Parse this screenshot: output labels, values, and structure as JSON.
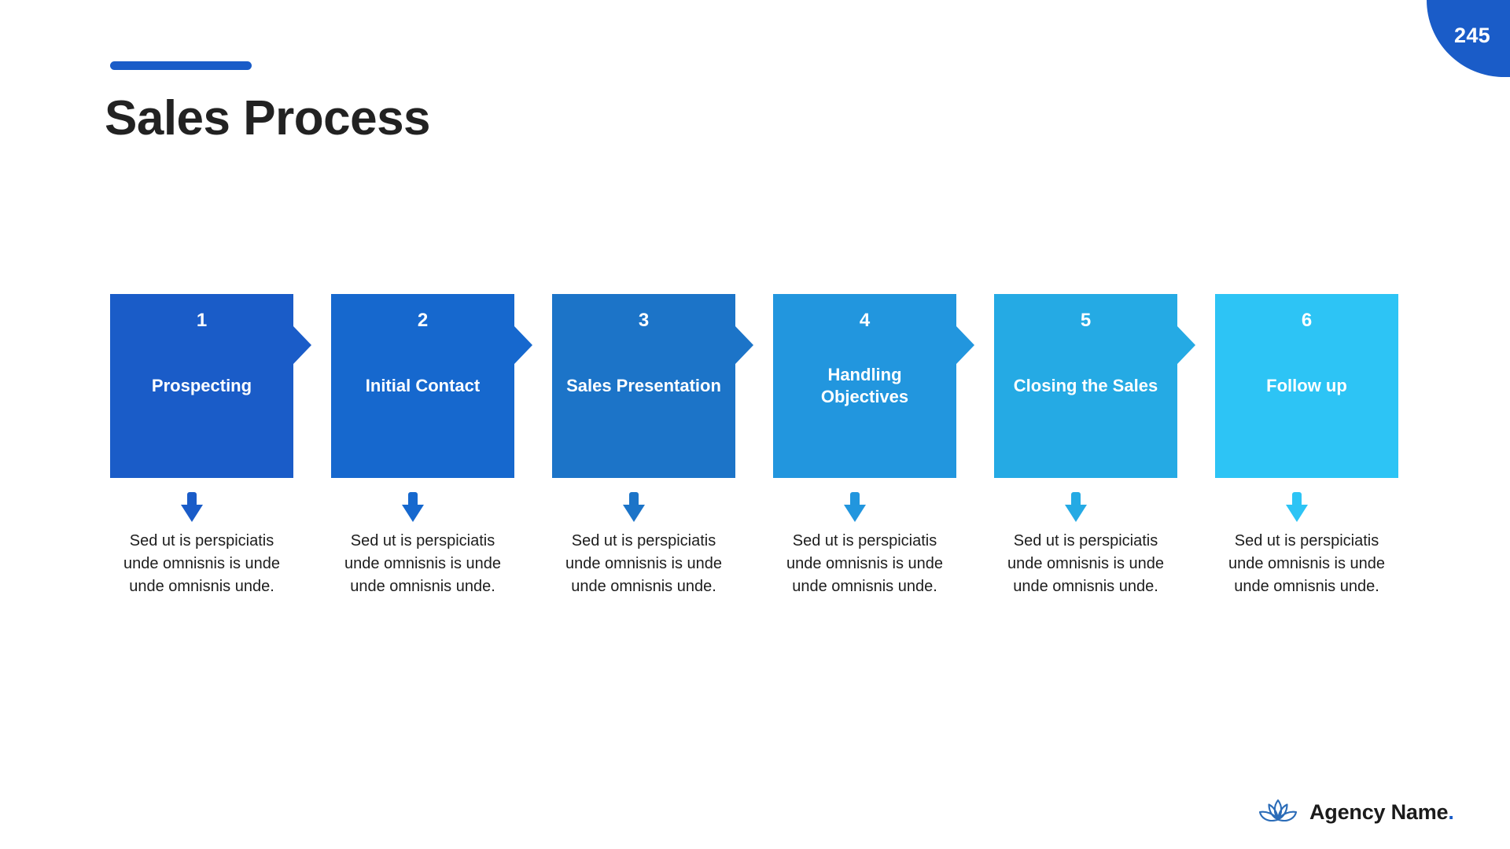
{
  "badge": {
    "page_number": "245"
  },
  "header": {
    "title": "Sales Process",
    "accent_color": "#1A5CC8"
  },
  "process": {
    "steps": [
      {
        "number": "1",
        "label": "Prospecting",
        "description": "Sed ut is perspiciatis unde omnisnis is unde unde omnisnis unde.",
        "color": "#1A5CC8"
      },
      {
        "number": "2",
        "label": "Initial Contact",
        "description": "Sed ut is perspiciatis unde omnisnis is unde unde omnisnis unde.",
        "color": "#1668CE"
      },
      {
        "number": "3",
        "label": "Sales Presentation",
        "description": "Sed ut is perspiciatis unde omnisnis is unde unde omnisnis unde.",
        "color": "#1C74C8"
      },
      {
        "number": "4",
        "label": "Handling Objectives",
        "description": "Sed ut is perspiciatis unde omnisnis is unde unde omnisnis unde.",
        "color": "#2296DE"
      },
      {
        "number": "5",
        "label": "Closing the Sales",
        "description": "Sed ut is perspiciatis unde omnisnis is unde unde omnisnis unde.",
        "color": "#25AAE4"
      },
      {
        "number": "6",
        "label": "Follow up",
        "description": "Sed ut is perspiciatis unde omnisnis is unde unde omnisnis unde.",
        "color": "#2DC4F5"
      }
    ]
  },
  "footer": {
    "logo_icon": "lotus-icon",
    "brand_name": "Agency Name",
    "brand_dot": ".",
    "brand_color": "#1A5CC8"
  }
}
